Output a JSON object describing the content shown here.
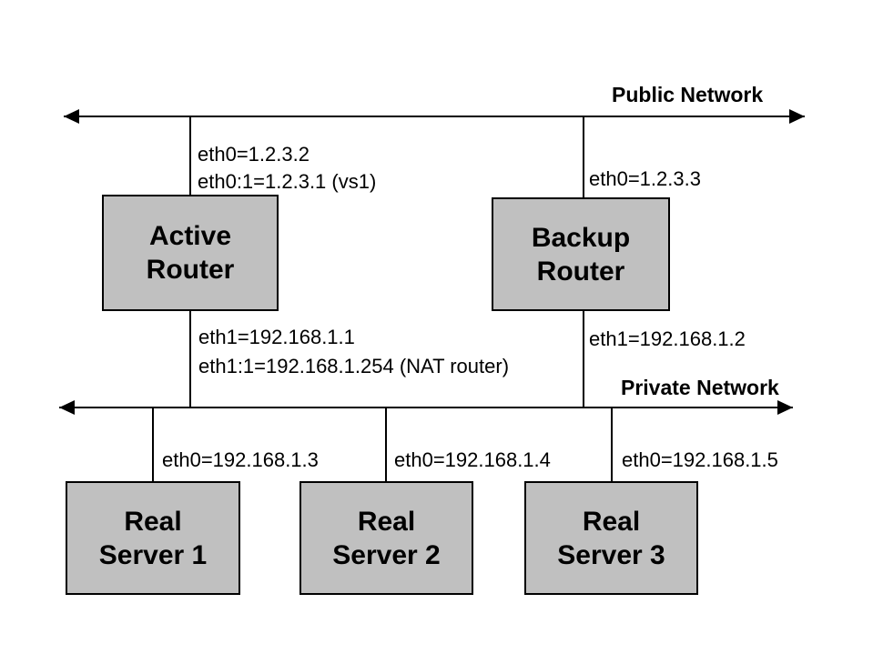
{
  "colors": {
    "background": "#ffffff",
    "box_fill": "#c0c0c0",
    "box_border": "#000000",
    "line": "#000000",
    "text": "#000000"
  },
  "diagram": {
    "public_network": {
      "label": "Public Network"
    },
    "private_network": {
      "label": "Private Network"
    },
    "active_router": {
      "label": "Active\nRouter",
      "eth0": "eth0=1.2.3.2",
      "eth0_alias": "eth0:1=1.2.3.1 (vs1)",
      "eth1": "eth1=192.168.1.1",
      "eth1_alias": "eth1:1=192.168.1.254 (NAT router)"
    },
    "backup_router": {
      "label": "Backup\nRouter",
      "eth0": "eth0=1.2.3.3",
      "eth1": "eth1=192.168.1.2"
    },
    "servers": [
      {
        "label": "Real\nServer 1",
        "eth0": "eth0=192.168.1.3"
      },
      {
        "label": "Real\nServer 2",
        "eth0": "eth0=192.168.1.4"
      },
      {
        "label": "Real\nServer 3",
        "eth0": "eth0=192.168.1.5"
      }
    ]
  }
}
